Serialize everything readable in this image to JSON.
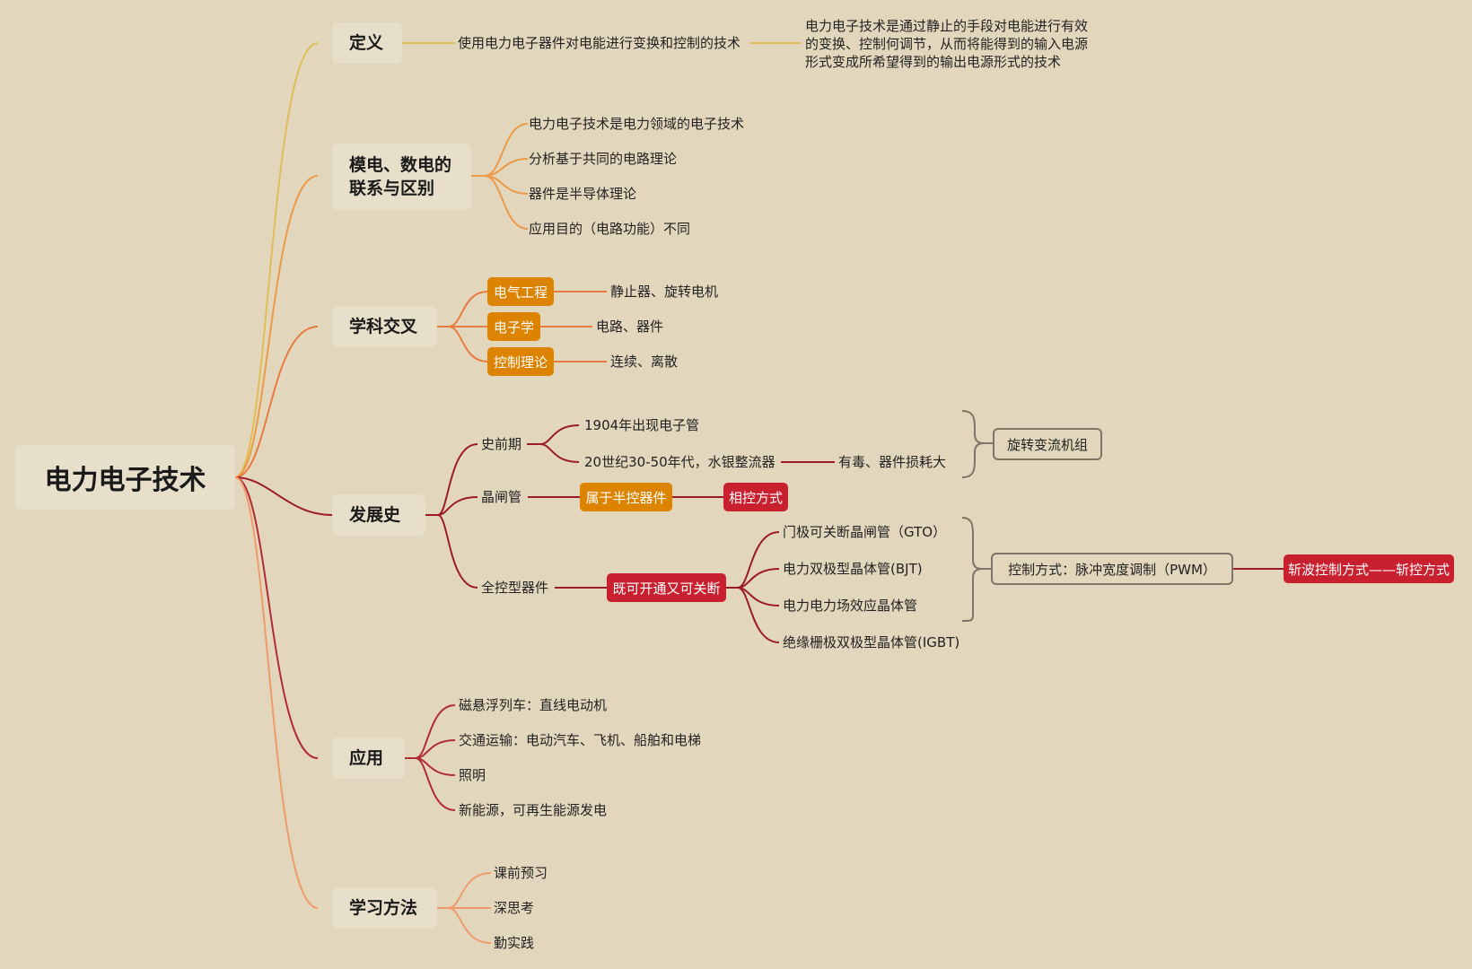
{
  "root": "电力电子技术",
  "definition": {
    "title": "定义",
    "summary": "使用电力电子器件对电能进行变换和控制的技术",
    "detail": "电力电子技术是通过静止的手段对电能进行有效的变换、控制何调节，从而将能得到的输入电源形式变成所希望得到的输出电源形式的技术"
  },
  "analog_digital": {
    "title": "模电、数电的联系与区别",
    "items": [
      "电力电子技术是电力领域的电子技术",
      "分析基于共同的电路理论",
      "器件是半导体理论",
      "应用目的（电路功能）不同"
    ]
  },
  "cross": {
    "title": "学科交叉",
    "rows": [
      {
        "tag": "电气工程",
        "text": "静止器、旋转电机"
      },
      {
        "tag": "电子学",
        "text": "电路、器件"
      },
      {
        "tag": "控制理论",
        "text": "连续、离散"
      }
    ]
  },
  "history": {
    "title": "发展史",
    "prehistory": {
      "label": "史前期",
      "items": [
        "1904年出现电子管",
        "20世纪30-50年代，水银整流器"
      ],
      "note": "有毒、器件损耗大",
      "group": "旋转变流机组"
    },
    "thyristor": {
      "label": "晶闸管",
      "tag": "属于半控器件",
      "control": "相控方式"
    },
    "full": {
      "label": "全控型器件",
      "tag": "既可开通又可关断",
      "devices": [
        "门极可关断晶闸管（GTO）",
        "电力双极型晶体管(BJT)",
        "电力电力场效应晶体管",
        "绝缘栅极双极型晶体管(IGBT)"
      ],
      "control": "控制方式：脉冲宽度调制（PWM）",
      "chopper": "斩波控制方式——斩控方式"
    }
  },
  "application": {
    "title": "应用",
    "items": [
      "磁悬浮列车：直线电动机",
      "交通运输：电动汽车、飞机、船舶和电梯",
      "照明",
      "新能源，可再生能源发电"
    ]
  },
  "study": {
    "title": "学习方法",
    "items": [
      "课前预习",
      "深思考",
      "勤实践"
    ]
  },
  "colors": {
    "background": "#e2d7bc",
    "definition": "#e2bd55",
    "analog_digital": "#eb9a48",
    "cross": "#e87b3f",
    "history": "#9b1b2a",
    "application": "#b22a36",
    "study": "#ef9b6b",
    "tag_orange": "#dc8300",
    "tag_red": "#c8202f"
  }
}
